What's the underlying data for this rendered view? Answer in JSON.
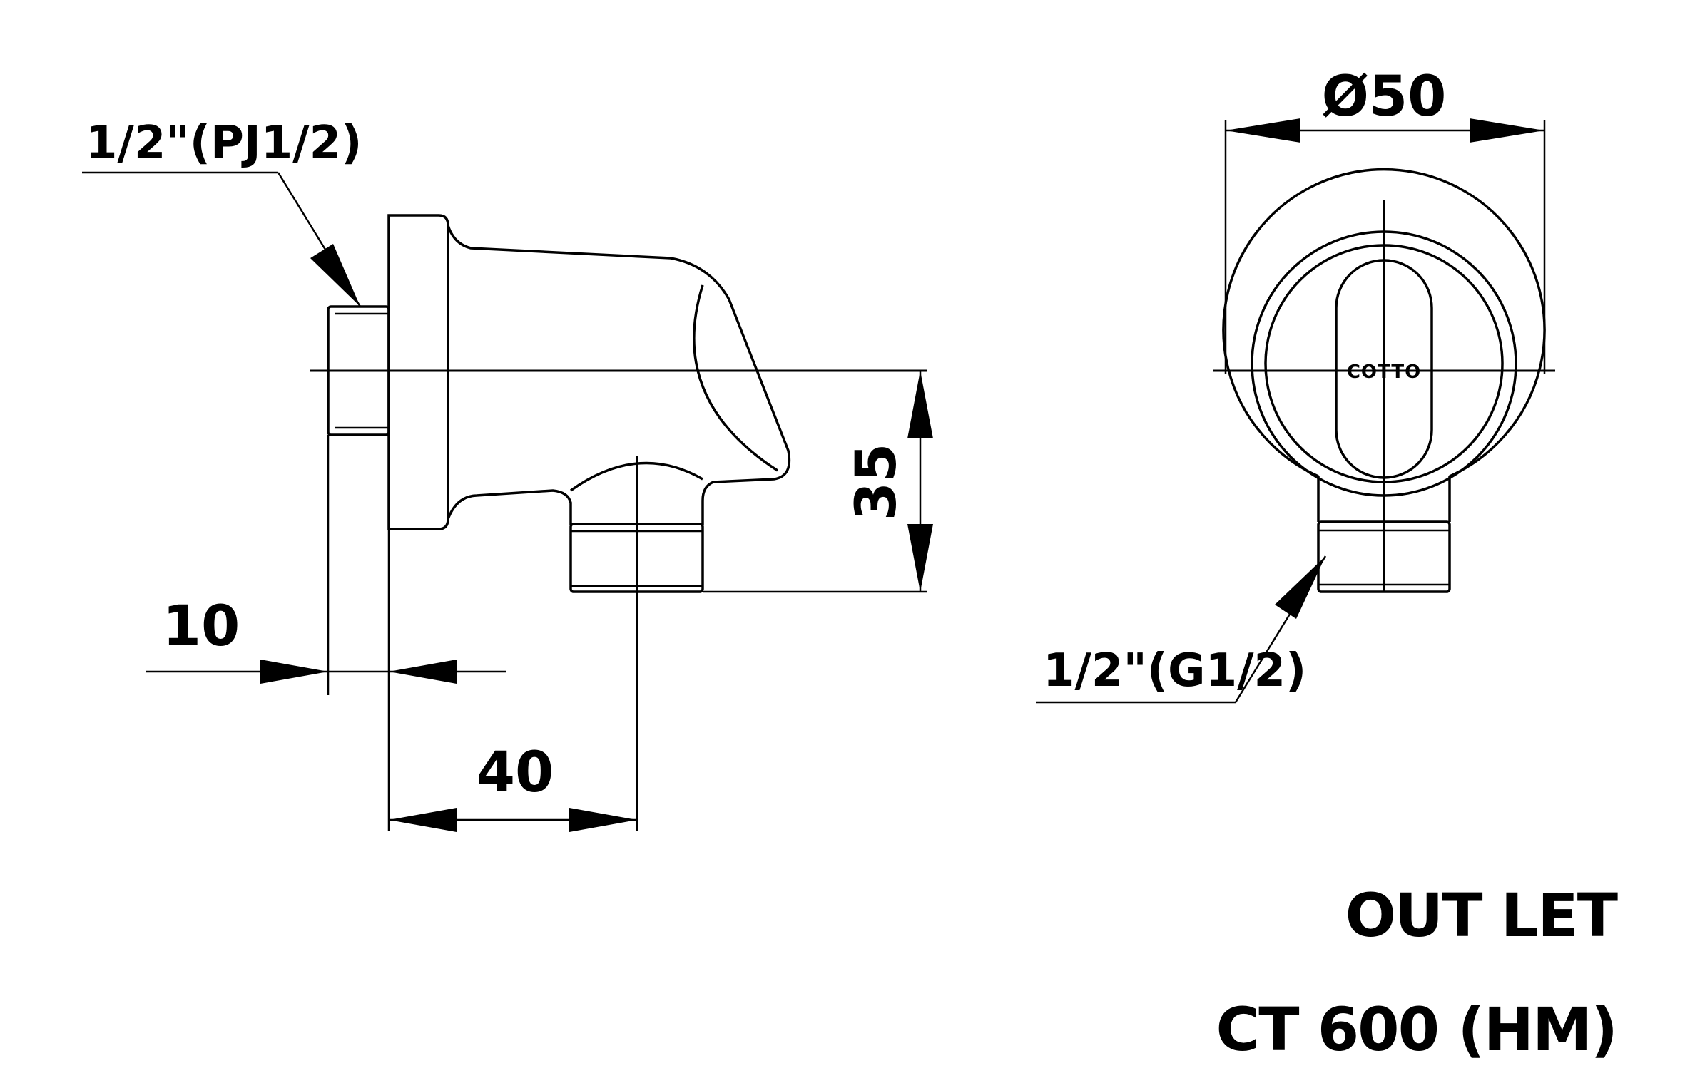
{
  "drawing": {
    "dimensions": {
      "inlet_thread": "1/2\"(PJ1/2)",
      "diameter": "Ø50",
      "height": "35",
      "flange": "10",
      "depth": "40",
      "outlet_thread": "1/2\"(G1/2)"
    },
    "logo_text": "COTTO",
    "title": {
      "line1": "OUT LET",
      "line2": "CT 600 (HM)"
    }
  }
}
